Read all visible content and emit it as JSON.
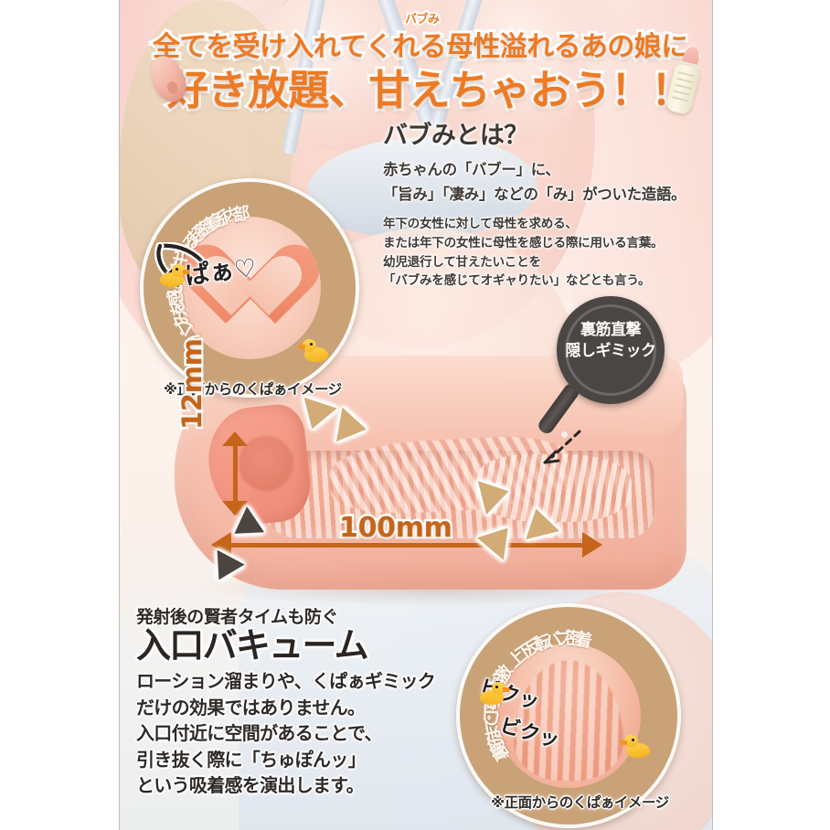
{
  "headline": {
    "ruby": "バブみ",
    "line1": "全てを受け入れてくれる母性溢れるあの娘に、",
    "line2": "好き放題、甘えちゃおう！！",
    "accent_color": "#ee7a23"
  },
  "info": {
    "heading": "バブみとは？",
    "lead_lines": [
      "赤ちゃんの「バブー」に、",
      "「旨み」「凄み」などの「み」がついた造語。"
    ],
    "body_lines": [
      "年下の女性に対して母性を求める、",
      "または年下の女性に母性を感じる際に用いる言葉。",
      "幼児退行して甘えたいことを",
      "「バブみを感じてオギャりたい」などとも言う。"
    ]
  },
  "badge_top_left": {
    "ring_text": "バブみを感じてオギャる超密着系内部",
    "handwritten": "くぱぁ♡",
    "caption": "※正面からのくぱぁイメージ",
    "ring_color": "#c9a278",
    "icons": [
      "duck-icon",
      "duck-icon",
      "heart-icon"
    ]
  },
  "badge_bottom_right": {
    "ring_text": "裏筋まで丁寧に刺激 上下反転バブ密着",
    "handwritten_1": "ビクッ",
    "handwritten_2": "ビクッ",
    "caption": "※正面からのくぱぁイメージ",
    "ring_color": "#c9a278",
    "icons": [
      "duck-icon",
      "duck-icon"
    ]
  },
  "magnifier_badge": {
    "line1": "裏筋直撃",
    "line2": "隠しギミック",
    "color": "#4a4643"
  },
  "measurements": {
    "height": "12mm",
    "length": "100mm",
    "color": "#c4651a"
  },
  "vacuum_block": {
    "sup": "発射後の賢者タイムも防ぐ",
    "title": "入口バキューム",
    "lines": [
      "ローション溜まりや、くぱぁギミック",
      "だけの効果ではありません。",
      "入口付近に空間があることで、",
      "引き抜く際に「ちゅぽんッ」",
      "という吸着感を演出します。"
    ]
  },
  "pointers": {
    "tan_label": "tan-pointer-triangle",
    "dark_label": "dark-pointer-triangle"
  }
}
